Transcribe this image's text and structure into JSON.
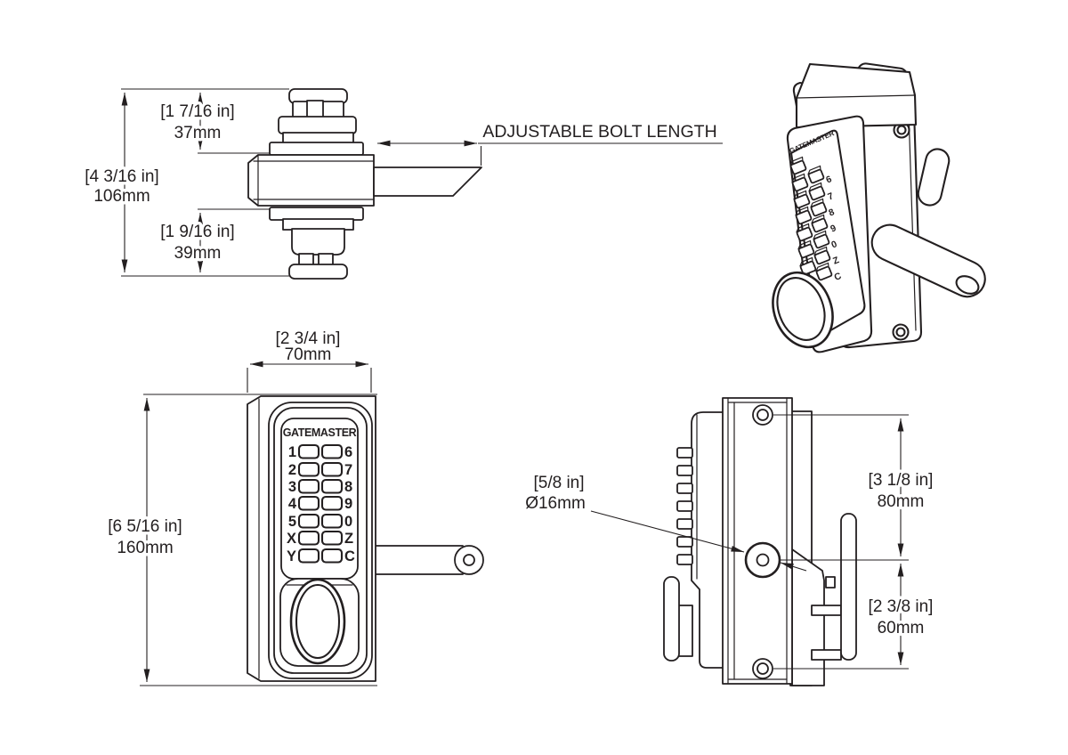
{
  "colors": {
    "ink": "#231f20",
    "paper": "#ffffff"
  },
  "top_view": {
    "overall_height": {
      "inches": "[4 3/16 in]",
      "mm": "106mm"
    },
    "upper_height": {
      "inches": "[1 7/16 in]",
      "mm": "37mm"
    },
    "lower_height": {
      "inches": "[1 9/16 in]",
      "mm": "39mm"
    },
    "bolt_annotation": "ADJUSTABLE BOLT LENGTH"
  },
  "perspective_view": {
    "brand": "GATEMASTER",
    "visible_key_labels": [
      "6",
      "7",
      "8",
      "9",
      "0",
      "Z",
      "C"
    ]
  },
  "front_view": {
    "brand": "GATEMASTER",
    "width": {
      "inches": "[2 3/4 in]",
      "mm": "70mm"
    },
    "height": {
      "inches": "[6 5/16 in]",
      "mm": "160mm"
    },
    "keypad_left_labels": [
      "1",
      "2",
      "3",
      "4",
      "5",
      "X",
      "Y"
    ],
    "keypad_right_labels": [
      "6",
      "7",
      "8",
      "9",
      "0",
      "Z",
      "C"
    ]
  },
  "side_view": {
    "spindle_hole": {
      "inches": "[5/8 in]",
      "mm": "Ø16mm"
    },
    "upper_fixing_distance": {
      "inches": "[3 1/8 in]",
      "mm": "80mm"
    },
    "lower_fixing_distance": {
      "inches": "[2 3/8 in]",
      "mm": "60mm"
    }
  }
}
